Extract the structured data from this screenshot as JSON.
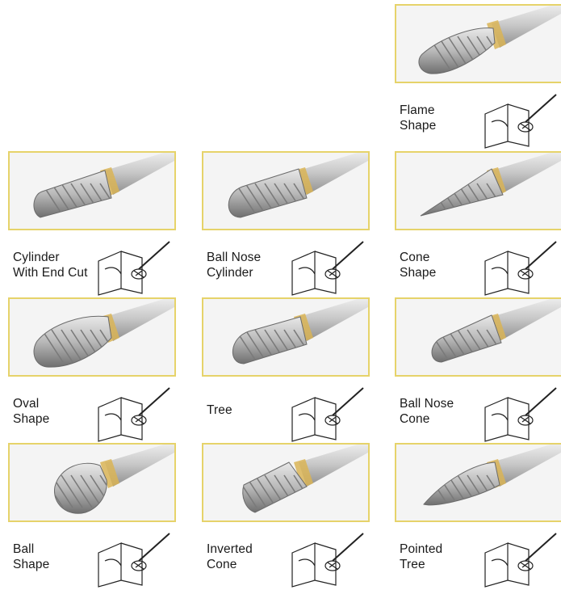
{
  "burrs": [
    {
      "id": "flame",
      "lines": [
        "Flame",
        "Shape"
      ]
    },
    {
      "id": "cylinder-end-cut",
      "lines": [
        "Cylinder",
        "With End Cut"
      ]
    },
    {
      "id": "ball-nose-cylinder",
      "lines": [
        "Ball Nose",
        "Cylinder"
      ]
    },
    {
      "id": "cone",
      "lines": [
        "Cone",
        "Shape"
      ]
    },
    {
      "id": "oval",
      "lines": [
        "Oval",
        "Shape"
      ]
    },
    {
      "id": "tree",
      "lines": [
        "Tree"
      ]
    },
    {
      "id": "ball-nose-cone",
      "lines": [
        "Ball Nose",
        "Cone"
      ]
    },
    {
      "id": "ball",
      "lines": [
        "Ball",
        "Shape"
      ]
    },
    {
      "id": "inverted-cone",
      "lines": [
        "Inverted",
        "Cone"
      ]
    },
    {
      "id": "pointed-tree",
      "lines": [
        "Pointed",
        "Tree"
      ]
    }
  ],
  "colors": {
    "frame_border": "#e6d36a",
    "shank": "#c8c8c8",
    "collar": "#d9b456",
    "head": "#b9b9b9"
  }
}
